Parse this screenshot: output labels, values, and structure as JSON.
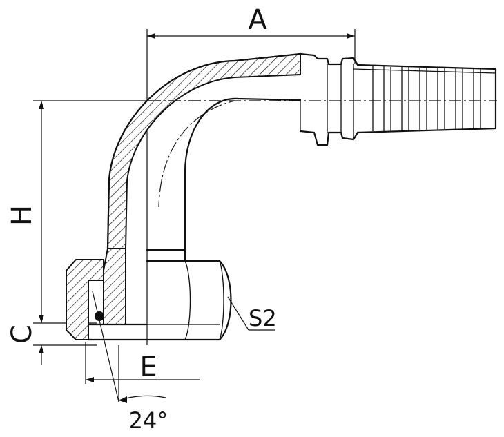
{
  "labels": {
    "A": "A",
    "H": "H",
    "C": "C",
    "E": "E",
    "S2": "S2",
    "angle": "24°"
  },
  "colors": {
    "line": "#111111",
    "background": "#ffffff"
  }
}
